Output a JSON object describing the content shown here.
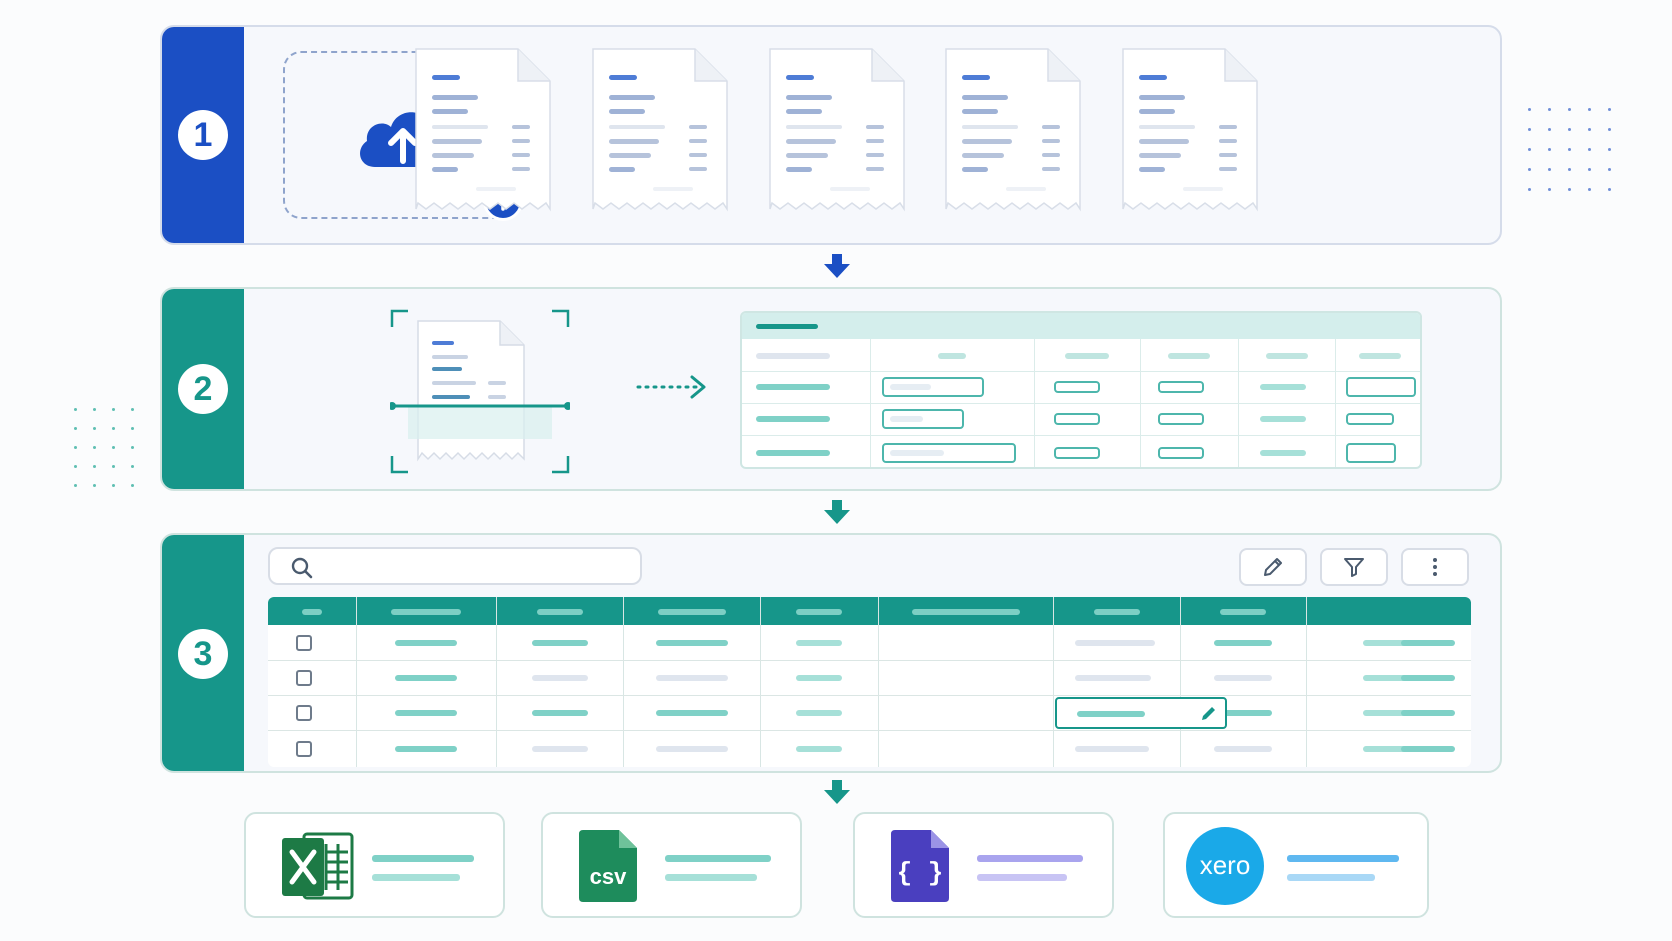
{
  "steps": [
    {
      "number": "1",
      "color": "#1b4fc4"
    },
    {
      "number": "2",
      "color": "#16968a"
    },
    {
      "number": "3",
      "color": "#16968a"
    }
  ],
  "icons": {
    "upload": "cloud-upload-icon",
    "add": "plus-icon",
    "search": "search-icon",
    "edit": "pencil-icon",
    "filter": "filter-icon",
    "more": "more-vertical-icon"
  },
  "exports": [
    {
      "name": "excel",
      "icon": "excel-icon",
      "glyph": "X",
      "color": "#1d7a45"
    },
    {
      "name": "csv",
      "icon": "csv-file-icon",
      "glyph": "csv",
      "color": "#1e8c5c"
    },
    {
      "name": "json",
      "icon": "json-file-icon",
      "glyph": "{ }",
      "color": "#4a3fbf"
    },
    {
      "name": "xero",
      "icon": "xero-logo-icon",
      "glyph": "xero",
      "color": "#1aa9e8"
    }
  ],
  "colors": {
    "blue": "#1b4fc4",
    "teal": "#16968a",
    "teal_light": "#7fd1c7",
    "purple": "#a9a4ee",
    "sky": "#5fb8f0"
  }
}
